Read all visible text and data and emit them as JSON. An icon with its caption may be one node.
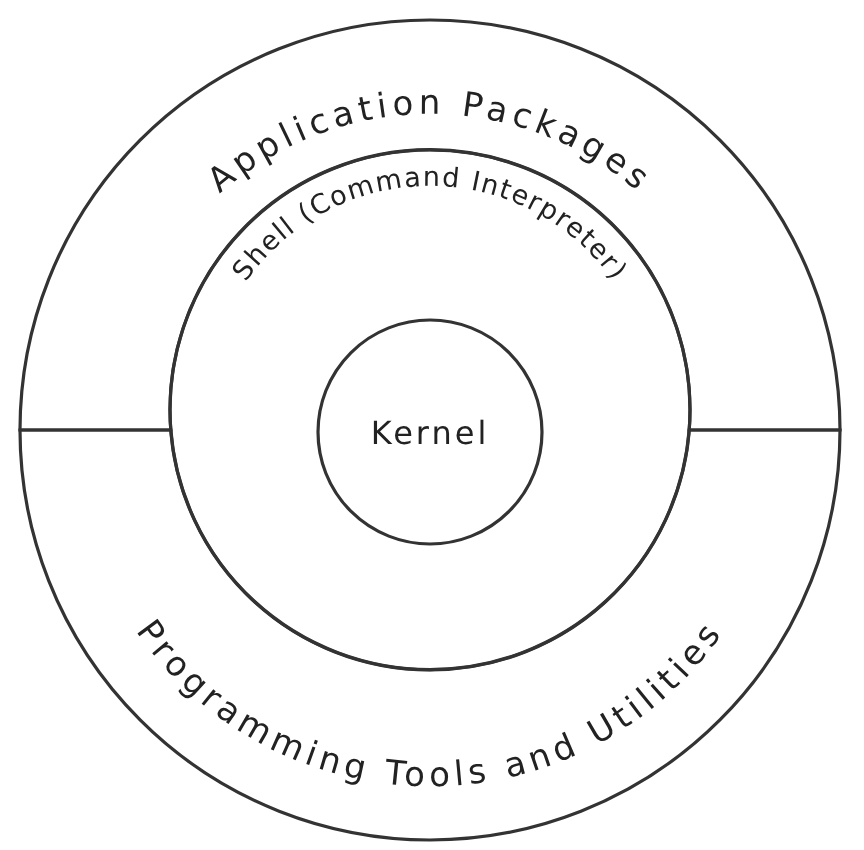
{
  "diagram": {
    "nodes": [
      {
        "text": [
          "Application Packages"
        ]
      },
      {
        "text": [
          "Shell (Command Interpreter)"
        ]
      },
      {
        "text": [
          "Kernel"
        ],
        "in": 1
      },
      {
        "text": [
          "Programming Tools and Utilities"
        ]
      }
    ]
  }
}
